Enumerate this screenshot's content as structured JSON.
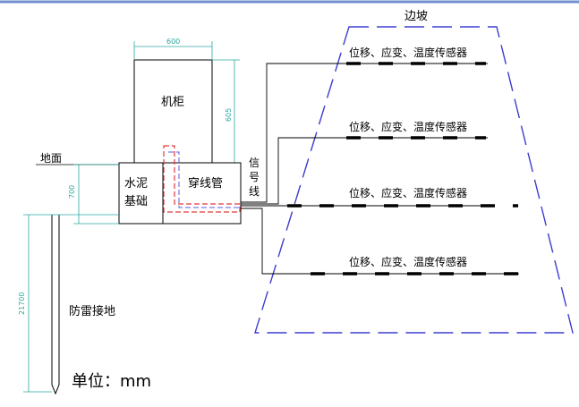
{
  "labels": {
    "slope": "边坡",
    "cabinet": "机柜",
    "ground": "地面",
    "cement_line1": "水泥",
    "cement_line2": "基础",
    "conduit": "穿线管",
    "signal_1": "信",
    "signal_2": "号",
    "signal_3": "线",
    "lightning": "防雷接地",
    "unit": "单位：mm"
  },
  "sensors": [
    {
      "label": "位移、应变、温度传感器"
    },
    {
      "label": "位移、应变、温度传感器"
    },
    {
      "label": "位移、应变、温度传感器"
    },
    {
      "label": "位移、应变、温度传感器"
    }
  ],
  "dimensions": {
    "cabinet_width": "600",
    "cabinet_height": "605",
    "foundation_height": "700",
    "grounding_depth": "21700"
  },
  "colors": {
    "frame_top": "#6f8fd0",
    "slope_outline": "#3d3dd0",
    "conduit_red": "#e03a3a",
    "conduit_blue": "#5a5ae0",
    "dimension": "#2aa8a0",
    "line": "#000000"
  }
}
